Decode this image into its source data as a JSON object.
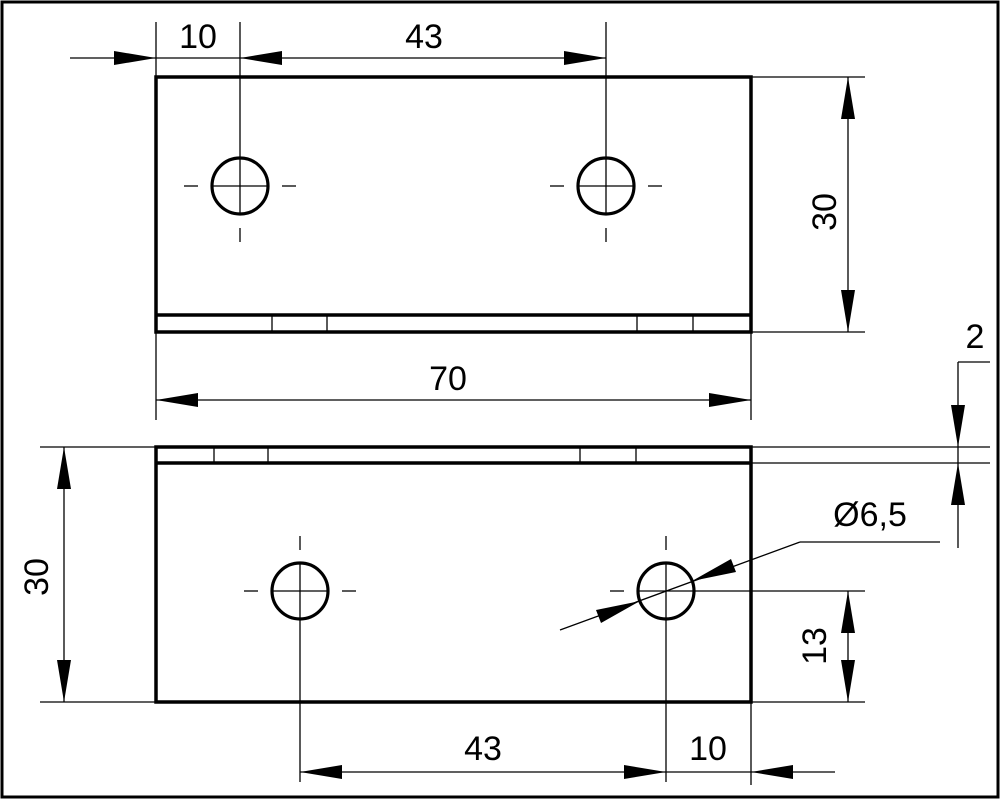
{
  "drawing": {
    "top_view": {
      "dim_edge_to_hole": "10",
      "dim_hole_spacing": "43",
      "dim_height": "30",
      "dim_length": "70"
    },
    "bottom_view": {
      "dim_height": "30",
      "dim_thickness": "2",
      "dim_hole_diameter": "Ø6,5",
      "dim_hole_height": "13",
      "dim_hole_spacing": "43",
      "dim_edge_to_hole": "10"
    }
  }
}
